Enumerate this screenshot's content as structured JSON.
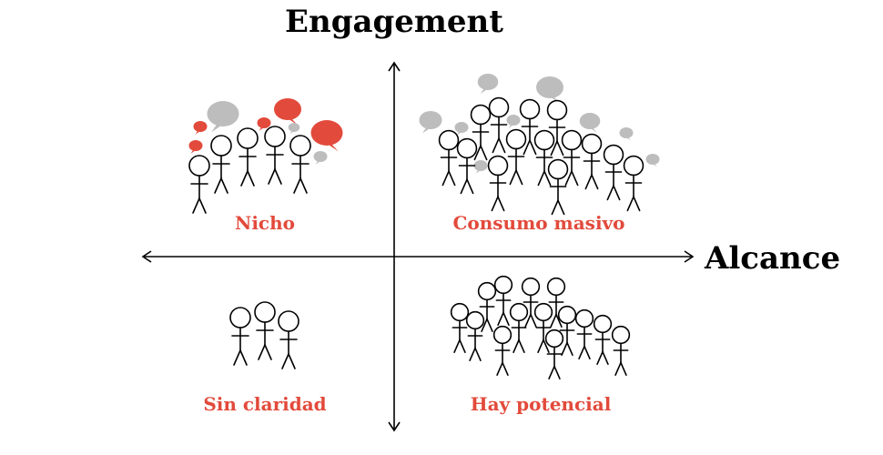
{
  "axes": {
    "vertical_label": "Engagement",
    "horizontal_label": "Alcance"
  },
  "quadrants": {
    "top_left": "Nicho",
    "top_right": "Consumo masivo",
    "bottom_left": "Sin claridad",
    "bottom_right": "Hay potencial"
  },
  "colors": {
    "accent": "#e24a3b",
    "bubble_red": "#e24a3b",
    "bubble_gray": "#bdbdbd",
    "ink": "#000000"
  }
}
